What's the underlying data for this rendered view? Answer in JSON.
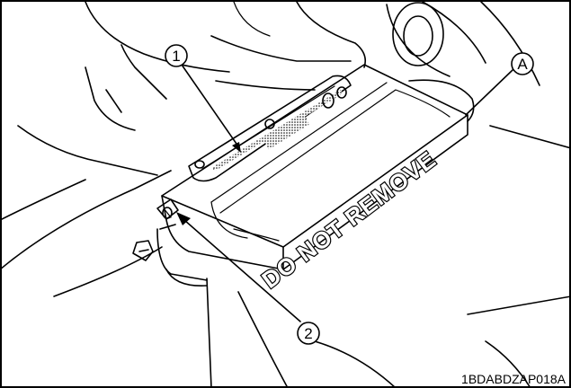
{
  "label_text": "DO NOT REMOVE",
  "callouts": [
    {
      "id": "1",
      "text": "1"
    },
    {
      "id": "2",
      "text": "2"
    },
    {
      "id": "A",
      "text": "A"
    }
  ],
  "figure_code": "1BDABDZAP018A"
}
